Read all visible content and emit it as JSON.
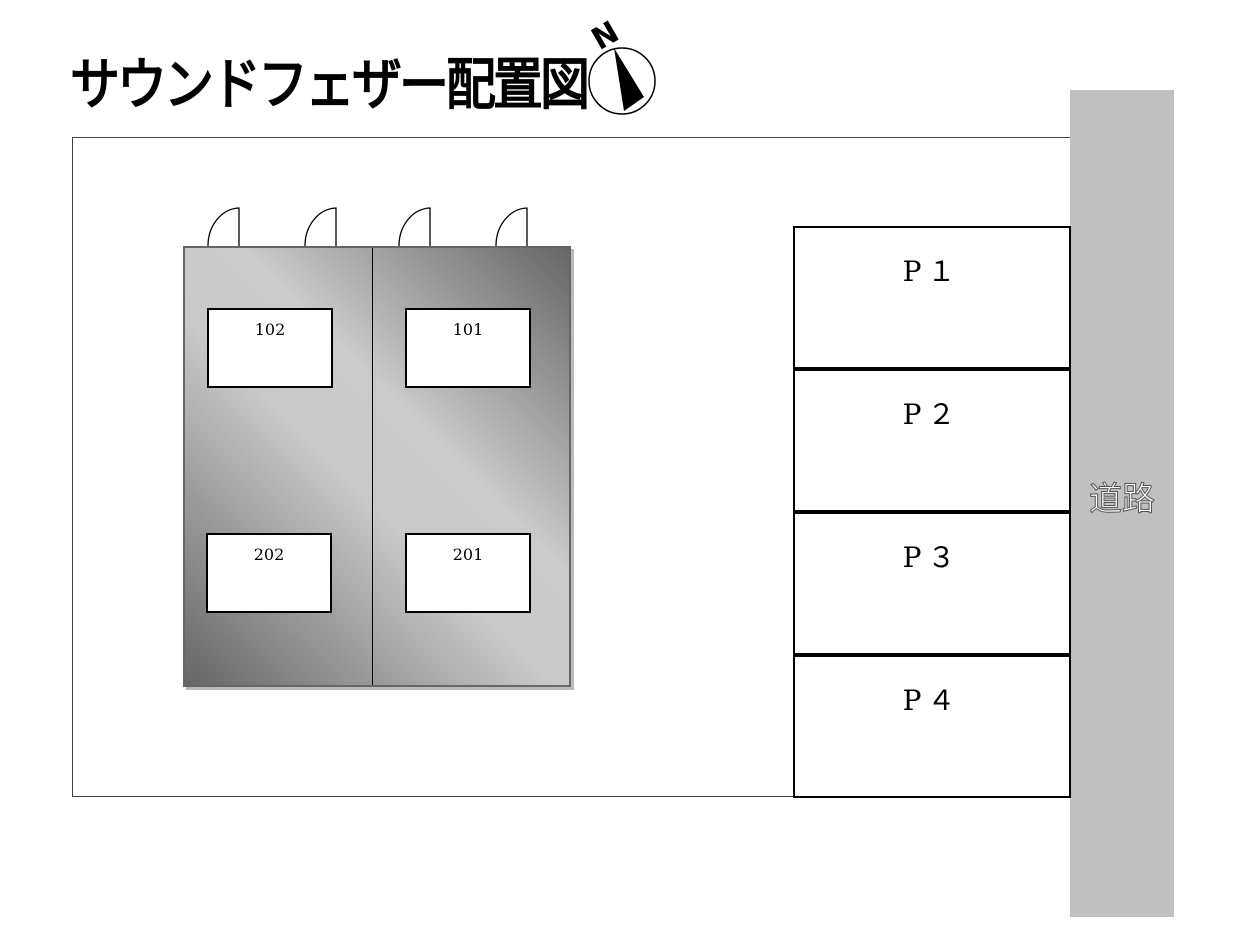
{
  "title": "サウンドフェザー配置図",
  "compass": {
    "label": "N"
  },
  "road": {
    "label": "道路"
  },
  "units": [
    "102",
    "101",
    "202",
    "201"
  ],
  "parking": [
    "P１",
    "P２",
    "P３",
    "P４"
  ]
}
